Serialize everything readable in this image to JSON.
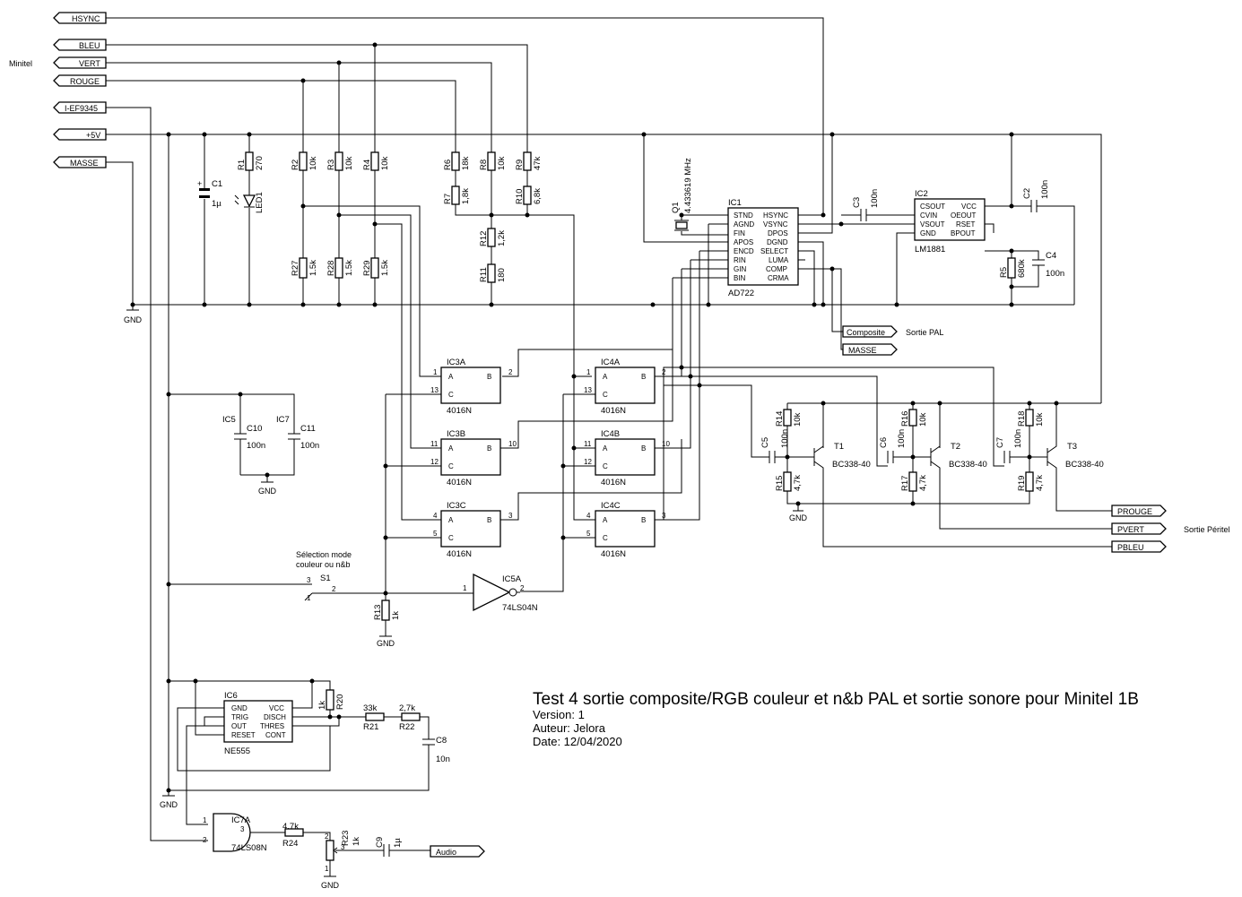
{
  "title_block": {
    "title": "Test 4 sortie composite/RGB couleur et n&b PAL et sortie sonore pour Minitel 1B",
    "version": "Version: 1",
    "author": "Auteur: Jelora",
    "date": "Date: 12/04/2020"
  },
  "notes": {
    "minitel": "Minitel",
    "sortie_pal": "Sortie PAL",
    "sortie_peritel": "Sortie Péritel",
    "selection_1": "Sélection mode",
    "selection_2": "couleur ou n&b"
  },
  "ports": {
    "hsync": "HSYNC",
    "bleu": "BLEU",
    "vert": "VERT",
    "rouge": "ROUGE",
    "ief": "I-EF9345",
    "vcc": "+5V",
    "masse": "MASSE",
    "composite": "Composite",
    "masse_out": "MASSE",
    "prouge": "PROUGE",
    "pvert": "PVERT",
    "pbleu": "PBLEU",
    "audio": "Audio"
  },
  "gnd": "GND",
  "ic1": {
    "ref": "IC1",
    "part": "AD722",
    "left_pins": [
      "STND",
      "AGND",
      "FIN",
      "APOS",
      "ENCD",
      "RIN",
      "GIN",
      "BIN"
    ],
    "right_pins": [
      "HSYNC",
      "VSYNC",
      "DPOS",
      "DGND",
      "SELECT",
      "LUMA",
      "COMP",
      "CRMA"
    ]
  },
  "ic2": {
    "ref": "IC2",
    "part": "LM1881",
    "left_pins": [
      "CSOUT",
      "CVIN",
      "VSOUT",
      "GND"
    ],
    "right_pins": [
      "VCC",
      "OEOUT",
      "RSET",
      "BPOUT"
    ]
  },
  "ic6": {
    "ref": "IC6",
    "part": "NE555",
    "left_pins": [
      "GND",
      "TRIG",
      "OUT",
      "RESET"
    ],
    "right_pins": [
      "VCC",
      "DISCH",
      "THRES",
      "CONT"
    ]
  },
  "switches": [
    {
      "ref": "IC3A",
      "part": "4016N",
      "pa": "1",
      "pb": "2",
      "pc": "13"
    },
    {
      "ref": "IC3B",
      "part": "4016N",
      "pa": "11",
      "pb": "10",
      "pc": "12"
    },
    {
      "ref": "IC3C",
      "part": "4016N",
      "pa": "4",
      "pb": "3",
      "pc": "5"
    },
    {
      "ref": "IC4A",
      "part": "4016N",
      "pa": "1",
      "pb": "2",
      "pc": "13"
    },
    {
      "ref": "IC4B",
      "part": "4016N",
      "pa": "11",
      "pb": "10",
      "pc": "12"
    },
    {
      "ref": "IC4C",
      "part": "4016N",
      "pa": "4",
      "pb": "3",
      "pc": "5"
    }
  ],
  "pin_names": {
    "a": "A",
    "b": "B",
    "c": "C"
  },
  "resistors": [
    {
      "ref": "R1",
      "val": "270"
    },
    {
      "ref": "R2",
      "val": "10k"
    },
    {
      "ref": "R3",
      "val": "10k"
    },
    {
      "ref": "R4",
      "val": "10k"
    },
    {
      "ref": "R6",
      "val": "18k"
    },
    {
      "ref": "R7",
      "val": "1,8k"
    },
    {
      "ref": "R8",
      "val": "10k"
    },
    {
      "ref": "R9",
      "val": "47k"
    },
    {
      "ref": "R10",
      "val": "6,8k"
    },
    {
      "ref": "R12",
      "val": "1,2k"
    },
    {
      "ref": "R11",
      "val": "180"
    },
    {
      "ref": "R27",
      "val": "1.5k"
    },
    {
      "ref": "R28",
      "val": "1.5k"
    },
    {
      "ref": "R29",
      "val": "1.5k"
    },
    {
      "ref": "R5",
      "val": "680k"
    },
    {
      "ref": "R14",
      "val": "10k"
    },
    {
      "ref": "R15",
      "val": "4,7k"
    },
    {
      "ref": "R16",
      "val": "10k"
    },
    {
      "ref": "R17",
      "val": "4,7k"
    },
    {
      "ref": "R18",
      "val": "10k"
    },
    {
      "ref": "R19",
      "val": "4,7k"
    },
    {
      "ref": "R13",
      "val": "1k"
    },
    {
      "ref": "R20",
      "val": "1k"
    },
    {
      "ref": "R21",
      "val": "33k"
    },
    {
      "ref": "R22",
      "val": "2,7k"
    },
    {
      "ref": "R24",
      "val": "4.7k"
    },
    {
      "ref": "R23",
      "val": "1k"
    }
  ],
  "capacitors": [
    {
      "ref": "C1",
      "val": "1µ"
    },
    {
      "ref": "C3",
      "val": "100n"
    },
    {
      "ref": "C2",
      "val": "100n"
    },
    {
      "ref": "C4",
      "val": "100n"
    },
    {
      "ref": "C10",
      "val": "100n"
    },
    {
      "ref": "C11",
      "val": "100n"
    },
    {
      "ref": "C5",
      "val": "100n"
    },
    {
      "ref": "C6",
      "val": "100n"
    },
    {
      "ref": "C7",
      "val": "100n"
    },
    {
      "ref": "C8",
      "val": "10n"
    },
    {
      "ref": "C9",
      "val": "1µ"
    }
  ],
  "misc": {
    "led": "LED1",
    "q1": "Q1",
    "q1_val": "4.433619 MHz",
    "ic5_label": "IC5",
    "ic7_label": "IC7",
    "s1": "S1",
    "s1_p1": "1",
    "s1_p2": "2",
    "s1_p3": "3",
    "ic5a": "IC5A",
    "ic5a_part": "74LS04N",
    "ic5a_in": "1",
    "ic5a_out": "2",
    "ic7a": "IC7A",
    "ic7a_part": "74LS08N",
    "ic7a_p1": "1",
    "ic7a_p2": "2",
    "ic7a_p3": "3",
    "r23_p1": "1",
    "r23_p2": "2",
    "r23_p3": "3",
    "cap_plus": "+"
  },
  "transistors": [
    {
      "ref": "T1",
      "part": "BC338-40"
    },
    {
      "ref": "T2",
      "part": "BC338-40"
    },
    {
      "ref": "T3",
      "part": "BC338-40"
    }
  ]
}
